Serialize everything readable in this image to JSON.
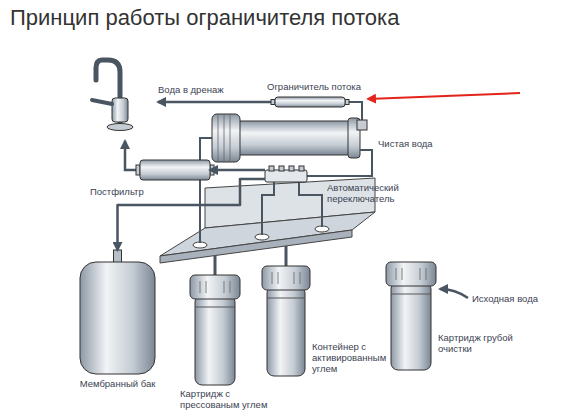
{
  "diagram": {
    "title": "Принцип работы ограничителя потока",
    "nodes": [
      {
        "text": [
          "Ограничитель потока"
        ]
      },
      {
        "text": [
          "Постфильтр"
        ]
      },
      {
        "text": [
          "Автоматический переключатель"
        ]
      },
      {
        "text": [
          "Мембранный бак"
        ]
      },
      {
        "text": [
          "Картридж с прессованым углем"
        ]
      },
      {
        "text": [
          "Контейнер с активированным углем"
        ]
      },
      {
        "text": [
          "Картридж грубой очистки"
        ]
      }
    ],
    "edges": [
      {
        "from": 2,
        "to": 1,
        "arrow": "to"
      },
      {
        "from": 2,
        "to": 3,
        "arrow": "to"
      }
    ],
    "labels": [
      "Вода в дренаж",
      "Чистая вода",
      "Исходная вода"
    ]
  }
}
